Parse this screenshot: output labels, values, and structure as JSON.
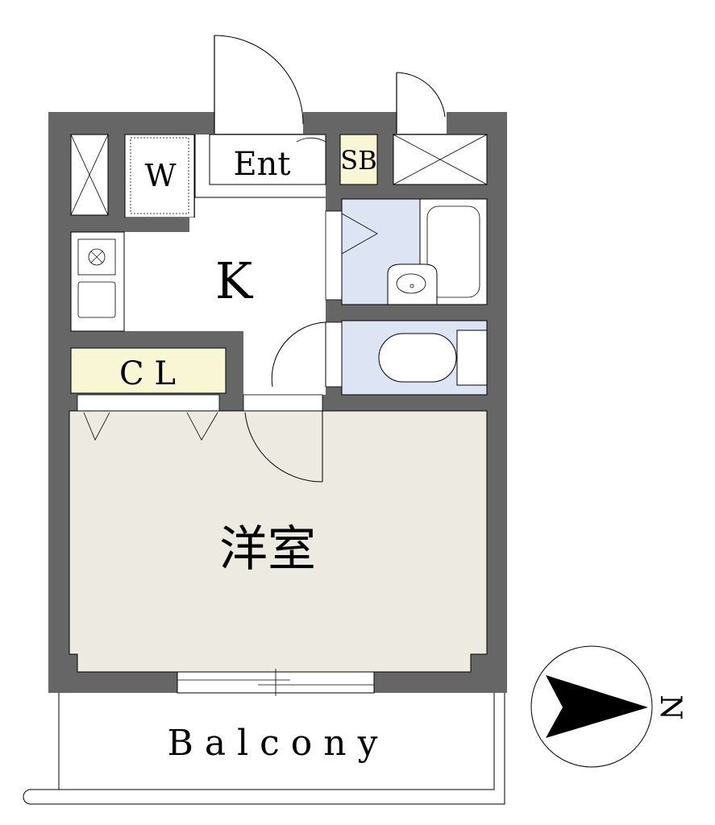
{
  "rooms": {
    "entrance": "Ent",
    "shoe_box": "SB",
    "washer": "W",
    "kitchen": "K",
    "closet": "C L",
    "western_room": "洋室",
    "balcony": "B a l c o n y"
  },
  "compass": {
    "label": "N"
  },
  "colors": {
    "wall": "#666666",
    "western_room_floor": "#edebe1",
    "closet_fill": "#f9f6d6",
    "shoe_box_fill": "#f9f6d6",
    "wet_area_fill": "#dde4f3",
    "background": "#ffffff"
  }
}
